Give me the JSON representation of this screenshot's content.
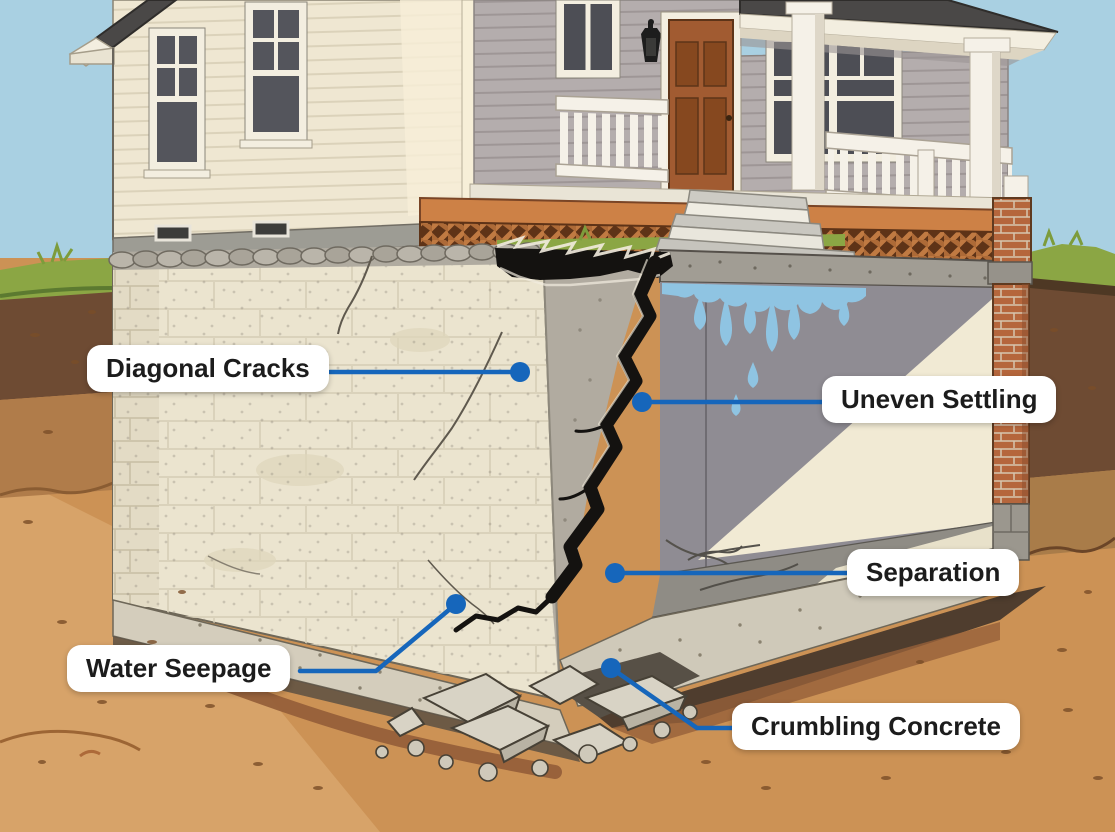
{
  "figure": {
    "labels": [
      {
        "id": "diagonal-cracks",
        "text": "Diagonal Cracks"
      },
      {
        "id": "uneven-settling",
        "text": "Uneven Settling"
      },
      {
        "id": "separation",
        "text": "Separation"
      },
      {
        "id": "water-seepage",
        "text": "Water Seepage"
      },
      {
        "id": "crumbling-concrete",
        "text": "Crumbling Concrete"
      }
    ],
    "callout": {
      "color": "#1666bb",
      "label_background": "#ffffff",
      "label_text_color": "#1c1c1c"
    },
    "palette": {
      "sky": "#a9d0e2",
      "grass": "#8ba644",
      "soil": "#cc9255",
      "topsoil": "#6e4b33",
      "foundation": "#ebe4cf",
      "crack": "#141210",
      "water": "#8fc4e2"
    }
  }
}
